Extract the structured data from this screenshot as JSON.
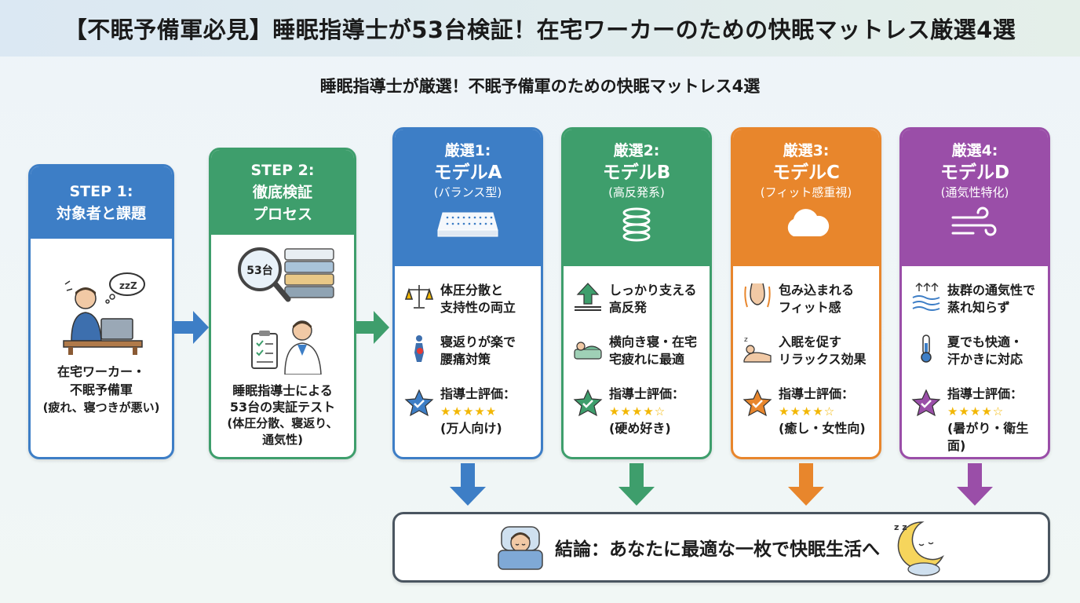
{
  "title": "【不眠予備軍必見】睡眠指導士が53台検証！在宅ワーカーのための快眠マットレス厳選4選",
  "subtitle": "睡眠指導士が厳選！不眠予備軍のための快眠マットレス4選",
  "step1": {
    "head_line1": "STEP 1:",
    "head_line2": "対象者と課題",
    "body_line1": "在宅ワーカー・",
    "body_line2": "不眠予備軍",
    "body_line3": "(疲れ、寝つきが悪い)",
    "zzz": "zzZ"
  },
  "step2": {
    "head_line1": "STEP 2:",
    "head_line2": "徹底検証",
    "head_line3": "プロセス",
    "badge": "53台",
    "body_line1": "睡眠指導士による",
    "body_line2": "53台の実証テスト",
    "body_line3": "(体圧分散、寝返り、",
    "body_line4": "通気性)"
  },
  "picks": [
    {
      "num": "厳選1:",
      "name": "モデルA",
      "type": "(バランス型)",
      "color": "#3d7ec6",
      "icon": "mattress-icon",
      "feat1_l1": "体圧分散と",
      "feat1_l2": "支持性の両立",
      "feat1_icon": "scale-icon",
      "feat2_l1": "寝返りが楽で",
      "feat2_l2": "腰痛対策",
      "feat2_icon": "back-pain-icon",
      "rating_label": "指導士評価：",
      "stars": "★★★★★",
      "note": "(万人向け)"
    },
    {
      "num": "厳選2:",
      "name": "モデルB",
      "type": "(高反発系)",
      "color": "#3e9e6c",
      "icon": "spring-icon",
      "feat1_l1": "しっかり支える",
      "feat1_l2": "高反発",
      "feat1_icon": "up-arrow-icon",
      "feat2_l1": "横向き寝・在宅",
      "feat2_l2": "宅疲れに最適",
      "feat2_icon": "side-sleep-icon",
      "rating_label": "指導士評価：",
      "stars": "★★★★☆",
      "note": "(硬め好き)"
    },
    {
      "num": "厳選3:",
      "name": "モデルC",
      "type": "(フィット感重視)",
      "color": "#e8862c",
      "icon": "cloud-icon",
      "feat1_l1": "包み込まれる",
      "feat1_l2": "フィット感",
      "feat1_icon": "body-fit-icon",
      "feat2_l1": "入眠を促す",
      "feat2_l2": "リラックス効果",
      "feat2_icon": "relax-sleep-icon",
      "rating_label": "指導士評価：",
      "stars": "★★★★☆",
      "note": "(癒し・女性向)"
    },
    {
      "num": "厳選4:",
      "name": "モデルD",
      "type": "(通気性特化)",
      "color": "#9a4ea8",
      "icon": "wind-icon",
      "feat1_l1": "抜群の通気性で",
      "feat1_l2": "蒸れ知らず",
      "feat1_icon": "airflow-icon",
      "feat2_l1": "夏でも快適・",
      "feat2_l2": "汗かきに対応",
      "feat2_icon": "thermometer-icon",
      "rating_label": "指導士評価：",
      "stars": "★★★★☆",
      "note": "(暑がり・衛生面)"
    }
  ],
  "conclusion": {
    "text": "結論：あなたに最適な一枚で快眠生活へ",
    "zzz": "z z"
  },
  "colors": {
    "step1": "#3d7ec6",
    "step2": "#3e9e6c",
    "arrow_blue": "#3d7ec6",
    "arrow_green": "#3e9e6c"
  }
}
